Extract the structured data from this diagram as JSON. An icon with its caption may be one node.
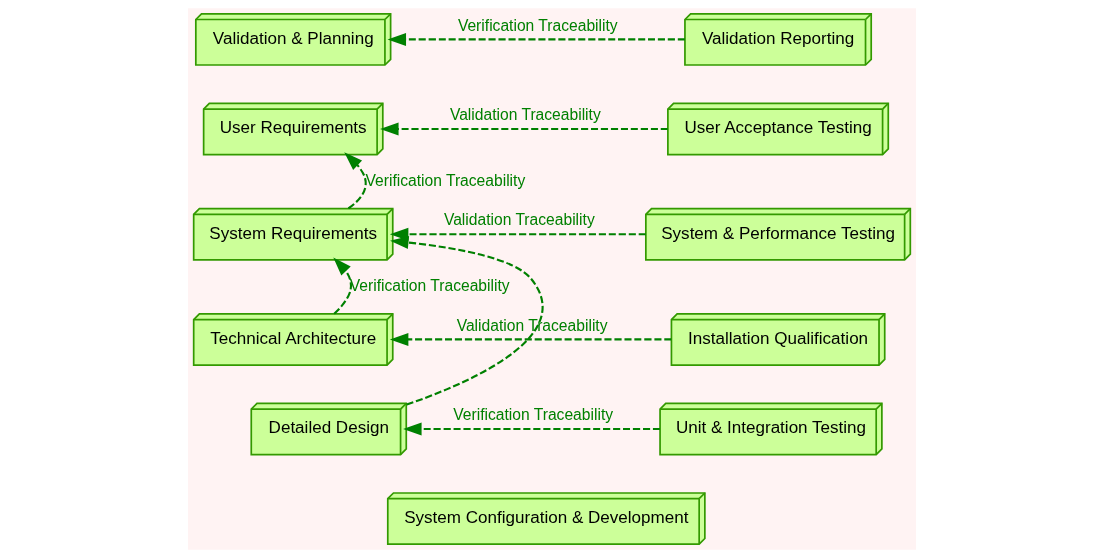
{
  "diagram": {
    "nodes": [
      {
        "text": [
          "Validation & Planning"
        ]
      },
      {
        "text": [
          "User Requirements"
        ]
      },
      {
        "text": [
          "System Requirements"
        ]
      },
      {
        "text": [
          "Technical Architecture"
        ]
      },
      {
        "text": [
          "Detailed Design"
        ]
      },
      {
        "text": [
          "System Configuration & Development"
        ]
      },
      {
        "text": [
          "Unit & Integration Testing"
        ]
      },
      {
        "text": [
          "Installation Qualification"
        ]
      },
      {
        "text": [
          "System & Performance Testing"
        ]
      },
      {
        "text": [
          "User Acceptance Testing"
        ]
      },
      {
        "text": [
          "Validation Reporting"
        ]
      }
    ],
    "edges": [
      {
        "from": 10,
        "to": 0,
        "arrow": "to",
        "label": "Verification Traceability",
        "style": "dashed"
      },
      {
        "from": 9,
        "to": 1,
        "arrow": "to",
        "label": "Validation Traceability",
        "style": "dashed"
      },
      {
        "from": 2,
        "to": 1,
        "arrow": "to",
        "label": "Verification Traceability",
        "style": "dashed"
      },
      {
        "from": 8,
        "to": 2,
        "arrow": "to",
        "label": "Validation Traceability",
        "style": "dashed"
      },
      {
        "from": 4,
        "to": 2,
        "arrow": "to",
        "style": "dashed"
      },
      {
        "from": 3,
        "to": 2,
        "arrow": "to",
        "label": "Verification Traceability",
        "style": "dashed"
      },
      {
        "from": 7,
        "to": 3,
        "arrow": "to",
        "label": "Validation Traceability",
        "style": "dashed"
      },
      {
        "from": 6,
        "to": 4,
        "arrow": "to",
        "label": "Verification Traceability",
        "style": "dashed"
      }
    ]
  }
}
